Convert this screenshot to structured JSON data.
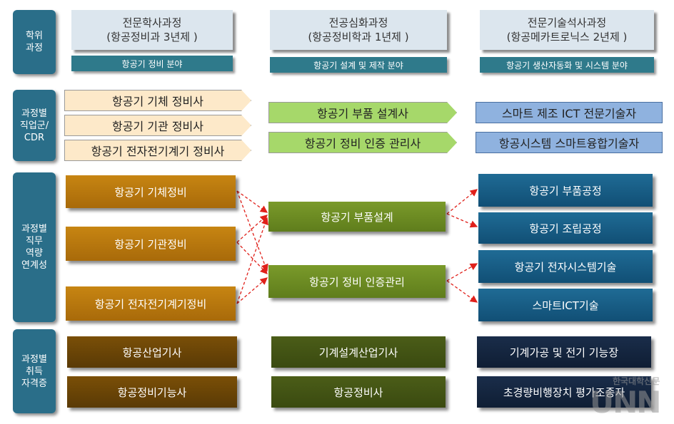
{
  "side_labels": {
    "course": "학위\n과정",
    "jobs": "과정별\n직업군/\nCDR",
    "competency": "과정별\n직무\n역량\n연계성",
    "certs": "과정별\n취득\n자격증"
  },
  "columns": [
    {
      "title": "전문학사과정\n(항공정비과 3년제 )",
      "field": "항공기 정비 분야"
    },
    {
      "title": "전공심화과정\n(항공정비학과 1년제 )",
      "field": "항공기 설계 및 제작 분야"
    },
    {
      "title": "전문기술석사과정\n(항공메카트로닉스 2년제 )",
      "field": "항공기 생산자동화 및 시스템 분야"
    }
  ],
  "jobs": {
    "col1": [
      "항공기 기체 정비사",
      "항공기 기관 정비사",
      "항공기 전자전기계기 정비사"
    ],
    "col2": [
      "항공기 부품 설계사",
      "항공기 정비 인증 관리사"
    ],
    "col3": [
      "스마트 제조 ICT 전문기술자",
      "항공시스템 스마트융합기술자"
    ]
  },
  "competency": {
    "col1": [
      "항공기 기체정비",
      "항공기 기관정비",
      "항공기 전자전기계기정비"
    ],
    "col2": [
      "항공기 부품설계",
      "항공기 정비 인증관리"
    ],
    "col3": [
      "항공기 부품공정",
      "항공기 조립공정",
      "항공기 전자시스템기술",
      "스마트ICT기술"
    ]
  },
  "certs": {
    "col1": [
      "항공산업기사",
      "항공정비기능사"
    ],
    "col2": [
      "기계설계산업기사",
      "항공정비사"
    ],
    "col3": [
      "기계가공 및 전기 기능장",
      "초경량비행장치 평가조종자"
    ]
  },
  "watermark": {
    "line1": "한국대학신문",
    "line2": "UNN"
  },
  "colors": {
    "arrow": "#e0201a"
  }
}
